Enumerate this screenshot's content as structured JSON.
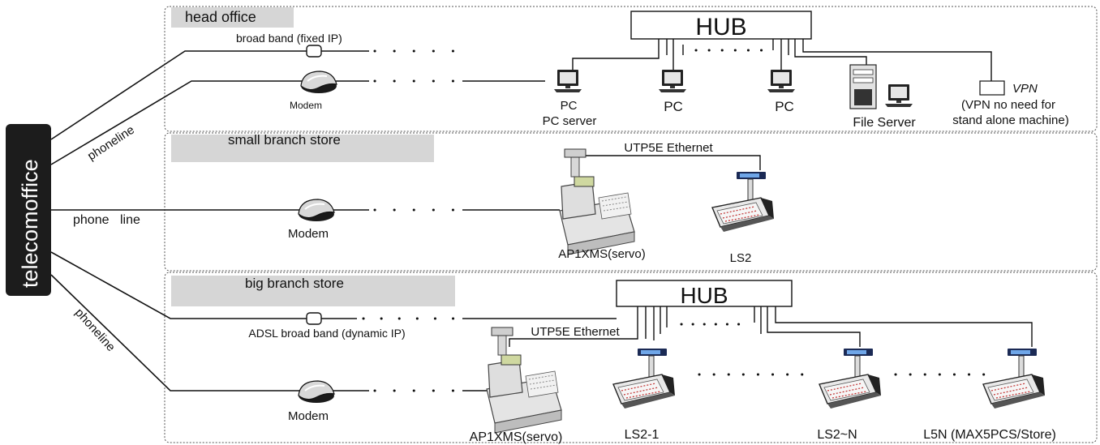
{
  "telecom_label": "telecomoffice",
  "sections": {
    "head_office": "head office",
    "small_branch": "small branch store",
    "big_branch": "big branch store"
  },
  "links": {
    "broadband_fixed": "broad band (fixed IP)",
    "adsl_dynamic": "ADSL broad band (dynamic IP)",
    "phoneline_1": "phoneline",
    "phoneline_2_a": "phone",
    "phoneline_2_b": "line",
    "phoneline_3": "phoneline"
  },
  "devices": {
    "hub_head": "HUB",
    "hub_big": "HUB",
    "modem_1": "Modem",
    "modem_2": "Modem",
    "modem_3": "Modem",
    "pc_1_line1": "PC",
    "pc_1_line2": "PC server",
    "pc_2": "PC",
    "pc_3": "PC",
    "file_server": "File Server",
    "vpn_italic": "VPN",
    "vpn_note_1": "(VPN no need for",
    "vpn_note_2": "stand alone machine)",
    "utp_small": "UTP5E Ethernet",
    "utp_big": "UTP5E Ethernet",
    "pos_small": "AP1XMS(servo)",
    "scale_small": "LS2",
    "pos_big": "AP1XMS(servo)",
    "scale_big_1": "LS2-1",
    "scale_big_n": "LS2~N",
    "scale_big_l5n": "L5N (MAX5PCS/Store)"
  },
  "icons": {
    "modem": "modem-icon",
    "pc": "pc-icon",
    "server": "server-tower-icon",
    "pos": "pos-terminal-icon",
    "scale": "label-scale-icon"
  }
}
